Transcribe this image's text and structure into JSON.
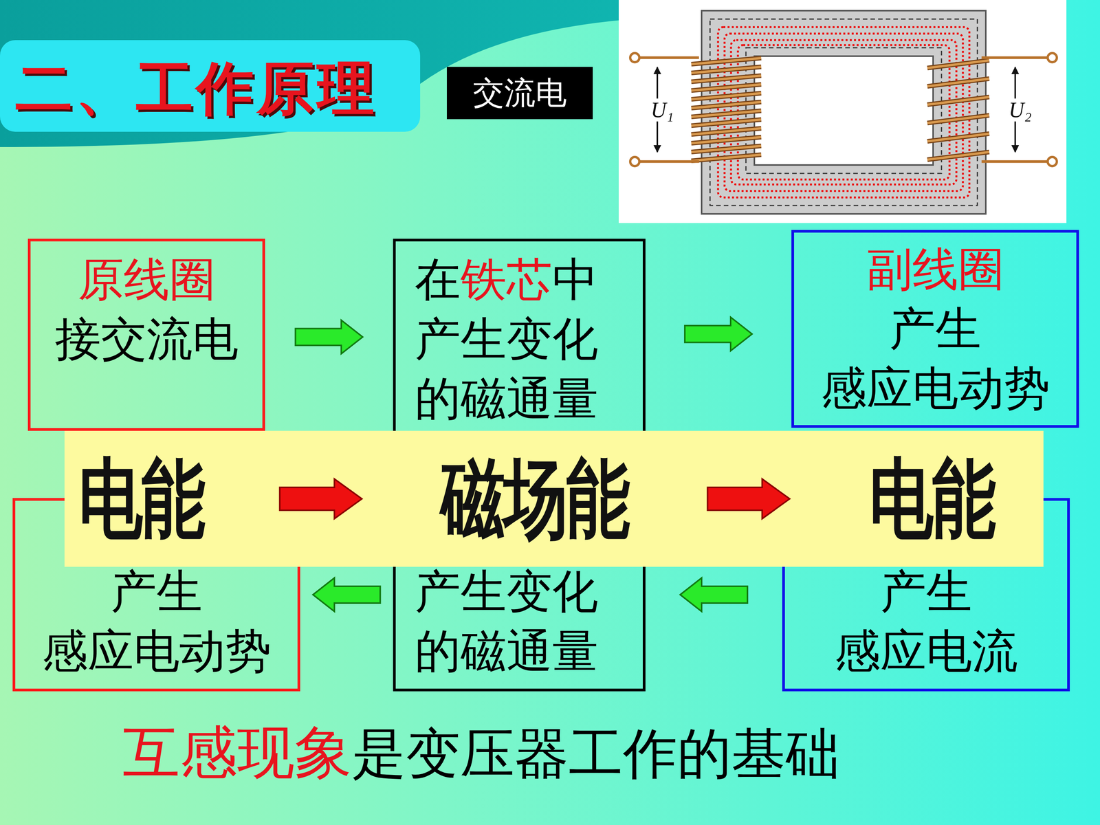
{
  "diagram": {
    "title": "二、工作原理",
    "nodes": [
      {
        "text": [
          "交流电"
        ]
      },
      {
        "text": [
          "原线圈",
          "接交流电"
        ]
      },
      {
        "text": [
          "在",
          "铁芯",
          "中产生变化的磁通量"
        ]
      },
      {
        "text": [
          "副线圈",
          "产生",
          "感应电动势"
        ]
      },
      {
        "text": [
          "产生",
          "感应电动势"
        ]
      },
      {
        "text": [
          "产生变化的磁通量"
        ]
      },
      {
        "text": [
          "产生",
          "感应电流"
        ]
      },
      {
        "text": []
      },
      {
        "text": [
          "电能"
        ],
        "in": 7
      },
      {
        "text": [
          "磁场能"
        ],
        "in": 7
      },
      {
        "text": [
          "电能"
        ],
        "in": 7
      }
    ],
    "edges": [
      {
        "from": 1,
        "to": 2,
        "arrow": "to"
      },
      {
        "from": 2,
        "to": 3,
        "arrow": "to"
      },
      {
        "from": 6,
        "to": 5,
        "arrow": "to"
      },
      {
        "from": 5,
        "to": 4,
        "arrow": "to"
      },
      {
        "from": 8,
        "to": 9,
        "arrow": "to"
      },
      {
        "from": 9,
        "to": 10,
        "arrow": "to"
      }
    ],
    "labels": [
      "U₁",
      "U₂",
      "互感现象",
      "是变压器工作的基础"
    ]
  }
}
